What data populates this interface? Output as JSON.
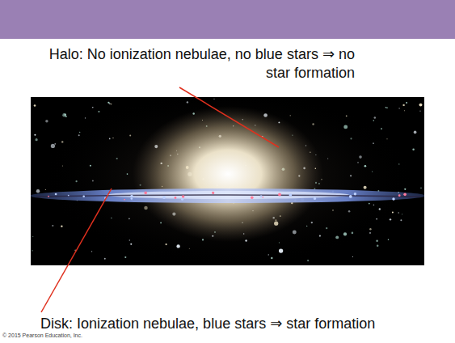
{
  "diagram": {
    "labels": [
      "Halo: No ionization nebulae, no blue stars ⇒ no star formation",
      "Disk: Ionization nebulae, blue stars ⇒ star formation",
      "© 2015 Pearson Education, Inc."
    ]
  }
}
